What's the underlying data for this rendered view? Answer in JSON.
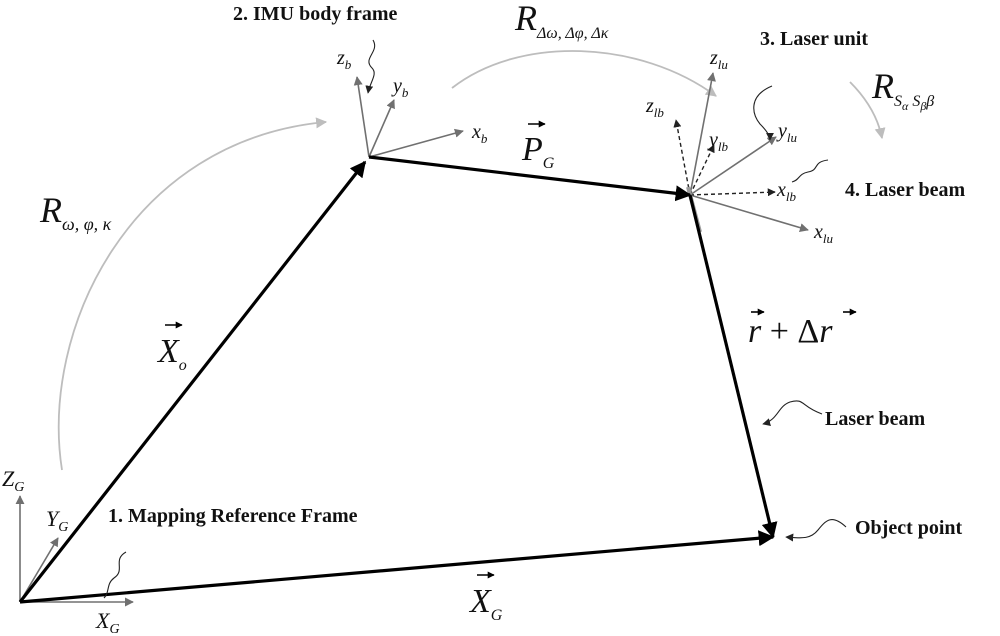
{
  "frames": {
    "mapping": "1. Mapping Reference Frame",
    "imu": "2. IMU body frame",
    "laser_unit": "3. Laser unit",
    "laser_beam": "4. Laser beam"
  },
  "annotations": {
    "laser_beam": "Laser beam",
    "object_point": "Object point"
  },
  "axes": {
    "ZG": {
      "base": "Z",
      "sub": "G"
    },
    "YG": {
      "base": "Y",
      "sub": "G"
    },
    "XG": {
      "base": "X",
      "sub": "G"
    },
    "zb": {
      "base": "z",
      "sub": "b"
    },
    "yb": {
      "base": "y",
      "sub": "b"
    },
    "xb": {
      "base": "x",
      "sub": "b"
    },
    "zlu": {
      "base": "z",
      "sub": "lu"
    },
    "ylu": {
      "base": "y",
      "sub": "lu"
    },
    "xlu": {
      "base": "x",
      "sub": "lu"
    },
    "zlb": {
      "base": "z",
      "sub": "lb"
    },
    "ylb": {
      "base": "y",
      "sub": "lb"
    },
    "xlb": {
      "base": "x",
      "sub": "lb"
    }
  },
  "vectors": {
    "Xo": {
      "base": "X",
      "sub": "o"
    },
    "PG": {
      "base": "P",
      "sub": "G"
    },
    "XG": {
      "base": "X",
      "sub": "G"
    },
    "r": {
      "base": "r",
      "plus": " + Δ",
      "base2": "r"
    }
  },
  "rotations": {
    "R1": {
      "base": "R",
      "sub": "ω, φ, κ"
    },
    "R2": {
      "base": "R",
      "sub": "Δω, Δφ, Δκ"
    },
    "R3": {
      "base": "R",
      "sub": "S",
      "sub_a": "α",
      "sub_sp": " S",
      "sub_b": "β",
      "sub_end": "β"
    }
  },
  "colors": {
    "vector": "#000000",
    "axis": "#707070",
    "rotation_arc": "#bdbdbd"
  }
}
